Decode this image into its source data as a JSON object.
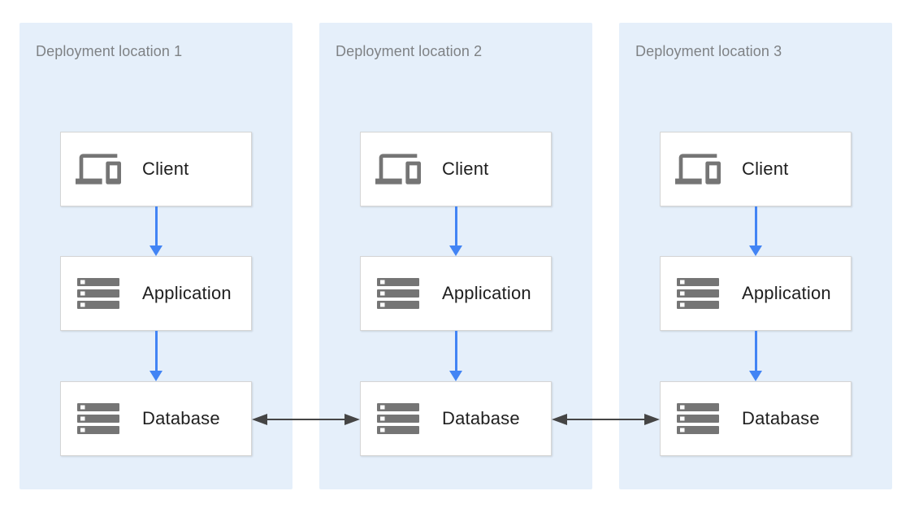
{
  "diagram": {
    "panels": [
      {
        "title": "Deployment location 1",
        "nodes": [
          {
            "label": "Client",
            "icon": "devices-icon"
          },
          {
            "label": "Application",
            "icon": "server-stack-icon"
          },
          {
            "label": "Database",
            "icon": "server-stack-icon"
          }
        ]
      },
      {
        "title": "Deployment location 2",
        "nodes": [
          {
            "label": "Client",
            "icon": "devices-icon"
          },
          {
            "label": "Application",
            "icon": "server-stack-icon"
          },
          {
            "label": "Database",
            "icon": "server-stack-icon"
          }
        ]
      },
      {
        "title": "Deployment location 3",
        "nodes": [
          {
            "label": "Client",
            "icon": "devices-icon"
          },
          {
            "label": "Application",
            "icon": "server-stack-icon"
          },
          {
            "label": "Database",
            "icon": "server-stack-icon"
          }
        ]
      }
    ],
    "edges": {
      "within_each_location": [
        "Client -> Application",
        "Application -> Database"
      ],
      "between_locations": [
        "Database (location 1) <-> Database (location 2)",
        "Database (location 2) <-> Database (location 3)"
      ]
    },
    "colors": {
      "panel_background": "#e5effa",
      "node_background": "#ffffff",
      "node_border": "#d5d5d5",
      "flow_arrow_blue": "#4284f4",
      "sync_arrow_dark": "#454545",
      "icon_gray": "#757575",
      "title_gray": "#7f8285",
      "label_dark": "#1f1f1f"
    }
  }
}
